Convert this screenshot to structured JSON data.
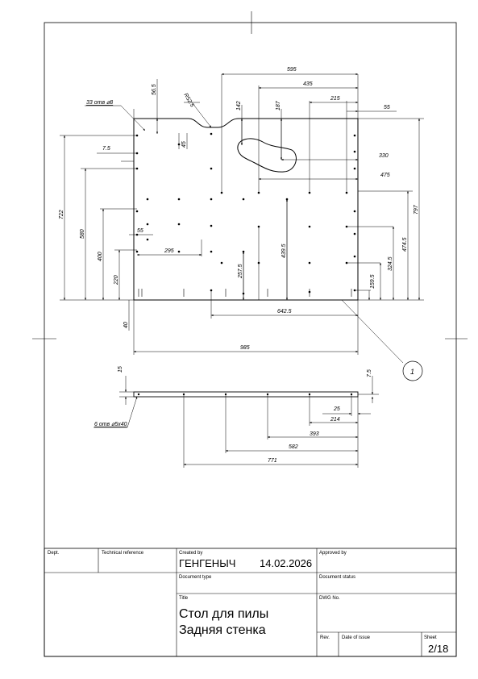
{
  "drawing": {
    "notes": {
      "holes_top": "33 отв ⌀8",
      "holes_side": "6 отв ⌀5x40",
      "radius": "R52.5",
      "balloon": "1"
    },
    "dims": {
      "d595": "595",
      "d435": "435",
      "d215": "215",
      "d55a": "55",
      "d565": "56.5",
      "d142": "142",
      "d187": "187",
      "d45": "45",
      "d330": "330",
      "d475": "475",
      "d75a": "7.5",
      "d722": "722",
      "d580": "580",
      "d400": "400",
      "d220": "220",
      "d55b": "55",
      "d295": "295",
      "d2575": "257.5",
      "d4395": "439.5",
      "d797": "797",
      "d4745": "474.5",
      "d3245": "324.5",
      "d1595": "159.5",
      "d40": "40",
      "d6425": "642.5",
      "d985": "985",
      "d15": "15",
      "d75b": "7.5",
      "d25": "25",
      "d214": "214",
      "d393": "393",
      "d582": "582",
      "d771": "771"
    }
  },
  "title_block": {
    "dept_label": "Dept.",
    "tech_ref_label": "Technical reference",
    "created_by_label": "Created by",
    "created_by": "ГЕНГЕНЫЧ",
    "date": "14.02.2026",
    "approved_by_label": "Approved by",
    "doc_type_label": "Document type",
    "doc_status_label": "Document status",
    "title_label": "Title",
    "title_line1": "Стол для пилы",
    "title_line2": "Задняя стенка",
    "dwg_no_label": "DWG No.",
    "rev_label": "Rev.",
    "date_issue_label": "Date of issue",
    "sheet_label": "Sheet",
    "sheet": "2/18"
  }
}
